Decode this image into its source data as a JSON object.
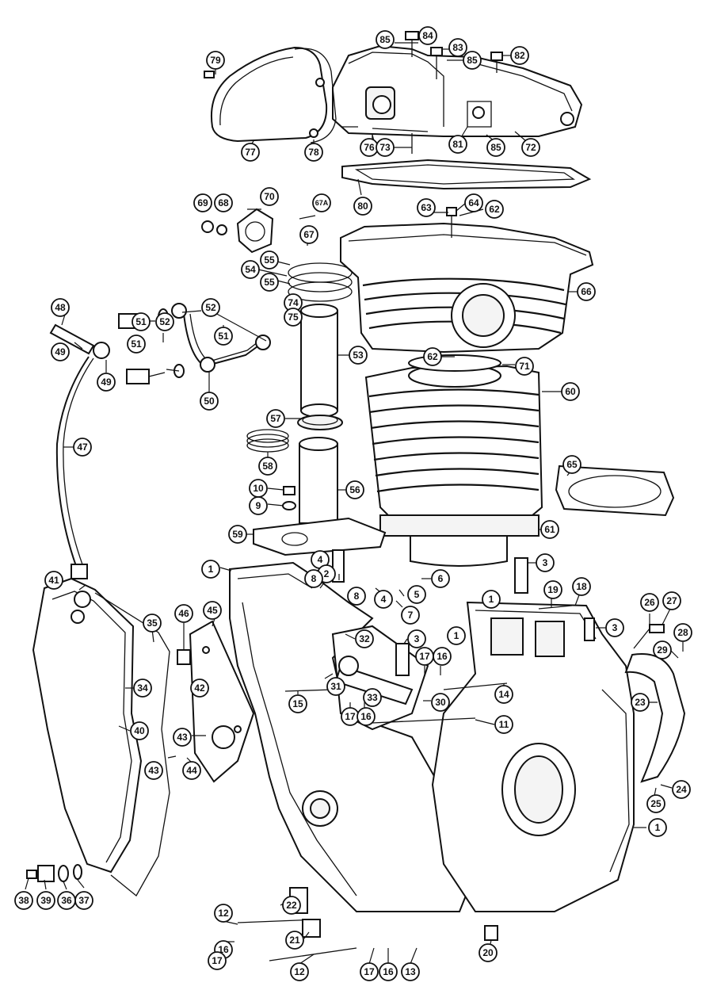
{
  "colors": {
    "line": "#111111",
    "paper": "#ffffff",
    "shade": "#f4f4f4"
  },
  "callouts": [
    {
      "n": "84",
      "c": "label"
    },
    {
      "n": "85",
      "c": "label"
    },
    {
      "n": "83",
      "c": "label"
    },
    {
      "n": "85",
      "c": "label"
    },
    {
      "n": "82",
      "c": "label"
    },
    {
      "n": "79",
      "c": "label"
    },
    {
      "n": "77",
      "c": "label"
    },
    {
      "n": "78",
      "c": "label"
    },
    {
      "n": "76",
      "c": "label"
    },
    {
      "n": "73",
      "c": "label"
    },
    {
      "n": "81",
      "c": "label"
    },
    {
      "n": "85",
      "c": "label"
    },
    {
      "n": "72",
      "c": "label"
    },
    {
      "n": "80",
      "c": "label"
    },
    {
      "n": "69",
      "c": "label"
    },
    {
      "n": "68",
      "c": "label"
    },
    {
      "n": "70",
      "c": "label"
    },
    {
      "n": "67A",
      "c": "label"
    },
    {
      "n": "63",
      "c": "label"
    },
    {
      "n": "64",
      "c": "label"
    },
    {
      "n": "62",
      "c": "label"
    },
    {
      "n": "67",
      "c": "label"
    },
    {
      "n": "55",
      "c": "label"
    },
    {
      "n": "54",
      "c": "label"
    },
    {
      "n": "55",
      "c": "label"
    },
    {
      "n": "74",
      "c": "label"
    },
    {
      "n": "75",
      "c": "label"
    },
    {
      "n": "66",
      "c": "label"
    },
    {
      "n": "48",
      "c": "label"
    },
    {
      "n": "52",
      "c": "label"
    },
    {
      "n": "51",
      "c": "label"
    },
    {
      "n": "52",
      "c": "label"
    },
    {
      "n": "51",
      "c": "label"
    },
    {
      "n": "49",
      "c": "label"
    },
    {
      "n": "49",
      "c": "label"
    },
    {
      "n": "51",
      "c": "label"
    },
    {
      "n": "50",
      "c": "label"
    },
    {
      "n": "53",
      "c": "label"
    },
    {
      "n": "62",
      "c": "label"
    },
    {
      "n": "71",
      "c": "label"
    },
    {
      "n": "60",
      "c": "label"
    },
    {
      "n": "47",
      "c": "label"
    },
    {
      "n": "57",
      "c": "label"
    },
    {
      "n": "58",
      "c": "label"
    },
    {
      "n": "10",
      "c": "label"
    },
    {
      "n": "56",
      "c": "label"
    },
    {
      "n": "9",
      "c": "label"
    },
    {
      "n": "65",
      "c": "label"
    },
    {
      "n": "59",
      "c": "label"
    },
    {
      "n": "61",
      "c": "label"
    },
    {
      "n": "4",
      "c": "label"
    },
    {
      "n": "1",
      "c": "label"
    },
    {
      "n": "2",
      "c": "label"
    },
    {
      "n": "8",
      "c": "label"
    },
    {
      "n": "6",
      "c": "label"
    },
    {
      "n": "3",
      "c": "label"
    },
    {
      "n": "4",
      "c": "label"
    },
    {
      "n": "8",
      "c": "label"
    },
    {
      "n": "5",
      "c": "label"
    },
    {
      "n": "41",
      "c": "label"
    },
    {
      "n": "7",
      "c": "label"
    },
    {
      "n": "1",
      "c": "label"
    },
    {
      "n": "19",
      "c": "label"
    },
    {
      "n": "18",
      "c": "label"
    },
    {
      "n": "26",
      "c": "label"
    },
    {
      "n": "27",
      "c": "label"
    },
    {
      "n": "45",
      "c": "label"
    },
    {
      "n": "46",
      "c": "label"
    },
    {
      "n": "35",
      "c": "label"
    },
    {
      "n": "3",
      "c": "label"
    },
    {
      "n": "28",
      "c": "label"
    },
    {
      "n": "32",
      "c": "label"
    },
    {
      "n": "3",
      "c": "label"
    },
    {
      "n": "1",
      "c": "label"
    },
    {
      "n": "17",
      "c": "label"
    },
    {
      "n": "16",
      "c": "label"
    },
    {
      "n": "29",
      "c": "label"
    },
    {
      "n": "34",
      "c": "label"
    },
    {
      "n": "42",
      "c": "label"
    },
    {
      "n": "31",
      "c": "label"
    },
    {
      "n": "14",
      "c": "label"
    },
    {
      "n": "23",
      "c": "label"
    },
    {
      "n": "33",
      "c": "label"
    },
    {
      "n": "30",
      "c": "label"
    },
    {
      "n": "15",
      "c": "label"
    },
    {
      "n": "17",
      "c": "label"
    },
    {
      "n": "16",
      "c": "label"
    },
    {
      "n": "11",
      "c": "label"
    },
    {
      "n": "40",
      "c": "label"
    },
    {
      "n": "43",
      "c": "label"
    },
    {
      "n": "43",
      "c": "label"
    },
    {
      "n": "44",
      "c": "label"
    },
    {
      "n": "24",
      "c": "label"
    },
    {
      "n": "25",
      "c": "label"
    },
    {
      "n": "1",
      "c": "label"
    },
    {
      "n": "38",
      "c": "label"
    },
    {
      "n": "39",
      "c": "label"
    },
    {
      "n": "36",
      "c": "label"
    },
    {
      "n": "37",
      "c": "label"
    },
    {
      "n": "22",
      "c": "label"
    },
    {
      "n": "12",
      "c": "label"
    },
    {
      "n": "21",
      "c": "label"
    },
    {
      "n": "16",
      "c": "label"
    },
    {
      "n": "17",
      "c": "label"
    },
    {
      "n": "12",
      "c": "label"
    },
    {
      "n": "17",
      "c": "label"
    },
    {
      "n": "16",
      "c": "label"
    },
    {
      "n": "13",
      "c": "label"
    },
    {
      "n": "20",
      "c": "label"
    }
  ]
}
